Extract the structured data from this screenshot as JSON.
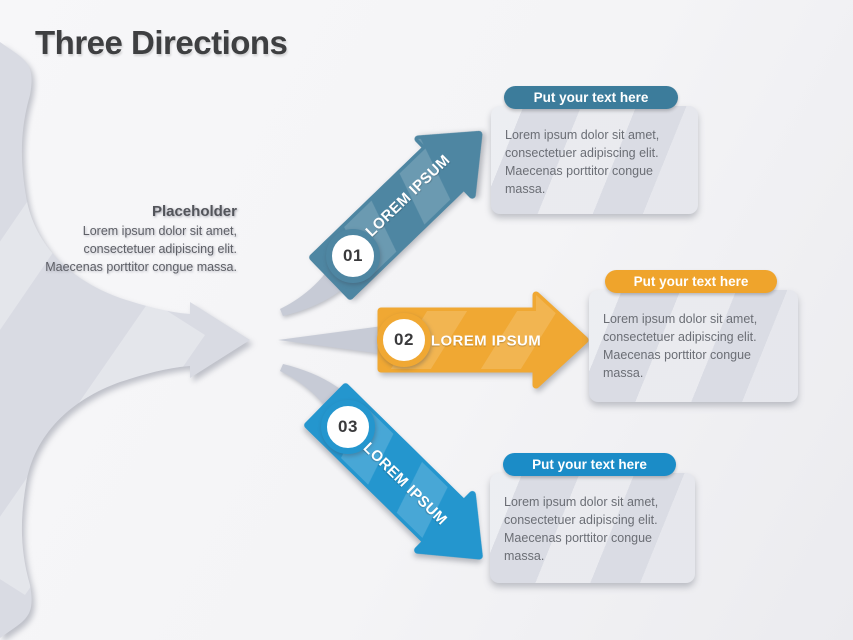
{
  "slide": {
    "title": "Three Directions"
  },
  "placeholder": {
    "heading": "Placeholder",
    "body": "Lorem ipsum dolor sit amet, consectetuer adipiscing elit. Maecenas porttitor congue massa."
  },
  "directions": [
    {
      "number": "01",
      "arrow_label": "LOREM IPSUM",
      "arrow_color": "#4E86A2",
      "pill_color": "#3C7C9B",
      "box_title": "Put your text here",
      "box_body": "Lorem ipsum dolor sit amet, consectetuer adipiscing elit. Maecenas porttitor congue massa."
    },
    {
      "number": "02",
      "arrow_label": "LOREM IPSUM",
      "arrow_color": "#F0A833",
      "pill_color": "#EFA42C",
      "box_title": "Put your text here",
      "box_body": "Lorem ipsum dolor sit amet, consectetuer adipiscing elit. Maecenas porttitor congue massa."
    },
    {
      "number": "03",
      "arrow_label": "LOREM IPSUM",
      "arrow_color": "#2496CE",
      "pill_color": "#1B8CC7",
      "box_title": "Put your text here",
      "box_body": "Lorem ipsum dolor sit amet, consectetuer adipiscing elit. Maecenas porttitor congue massa."
    }
  ],
  "colors": {
    "funnel": "#d9dbe3",
    "connector": "#c7cbd6",
    "title_text": "#3e3f41",
    "body_text": "#6b6e75",
    "circle_fill": "#ffffff"
  }
}
